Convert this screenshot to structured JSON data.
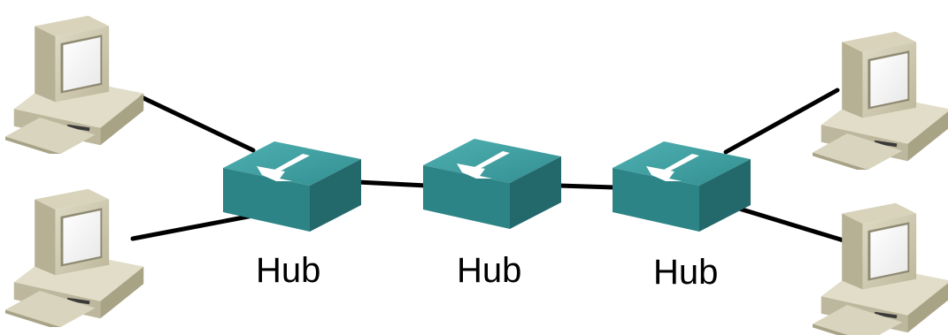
{
  "diagram": {
    "hubs": [
      {
        "label": "Hub",
        "icon": "hub-icon"
      },
      {
        "label": "Hub",
        "icon": "hub-icon"
      },
      {
        "label": "Hub",
        "icon": "hub-icon"
      }
    ],
    "computers": [
      {
        "icon": "computer-icon"
      },
      {
        "icon": "computer-icon"
      },
      {
        "icon": "computer-icon"
      },
      {
        "icon": "computer-icon"
      }
    ],
    "colors": {
      "hub_top": "#3e9a9c",
      "hub_side": "#2b7a7c",
      "hub_front": "#23696b",
      "computer_body": "#cfcab0",
      "link": "#000000"
    }
  }
}
